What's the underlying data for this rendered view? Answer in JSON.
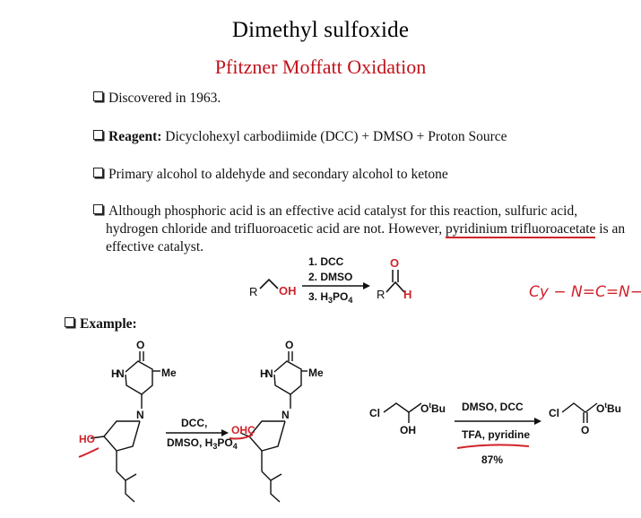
{
  "title": "Dimethyl sulfoxide",
  "subtitle": "Pfitzner Moffatt Oxidation",
  "bullets": {
    "b1": "Discovered in 1963.",
    "b2_bold": "Reagent:",
    "b2_rest": " Dicyclohexyl carbodiimide (DCC) + DMSO + Proton Source",
    "b3": "Primary alcohol to aldehyde and secondary alcohol to ketone",
    "b4_line1": "Although phosphoric acid is an effective acid catalyst for this reaction, sulfuric acid,",
    "b4_line2_pre": "hydrogen chloride and trifluoroacetic acid are not. However, ",
    "b4_line2_u": "pyridinium trifluoroacetate",
    "b4_line2_post": " is an effective catalyst."
  },
  "scheme1": {
    "r_left": "R",
    "oh": "OH",
    "step1": "1. DCC",
    "step2": "2. DMSO",
    "step3_pre": "3. H",
    "step3_sub": "3",
    "step3_mid": "PO",
    "step3_sub2": "4",
    "r_right": "R",
    "o_top": "O",
    "h_right": "H"
  },
  "handwritten": "Cy − N=C=N−Cy",
  "example_label": "Example:",
  "scheme2": {
    "h": "H",
    "n1": "N",
    "n2": "N",
    "o": "O",
    "me": "Me",
    "ho": "HO",
    "reagent1": "DCC,",
    "reagent2_pre": "DMSO, H",
    "reagent2_sub": "3",
    "reagent2_mid": "PO",
    "reagent2_sub2": "4",
    "ohc": "OHC"
  },
  "scheme3": {
    "cl_left": "Cl",
    "oh": "OH",
    "otbu_left": "O",
    "t": "t",
    "bu": "Bu",
    "reagent_top": "DMSO, DCC",
    "reagent_bottom": "TFA, pyridine",
    "yield": "87%",
    "cl_right": "Cl",
    "o_ketone": "O"
  }
}
